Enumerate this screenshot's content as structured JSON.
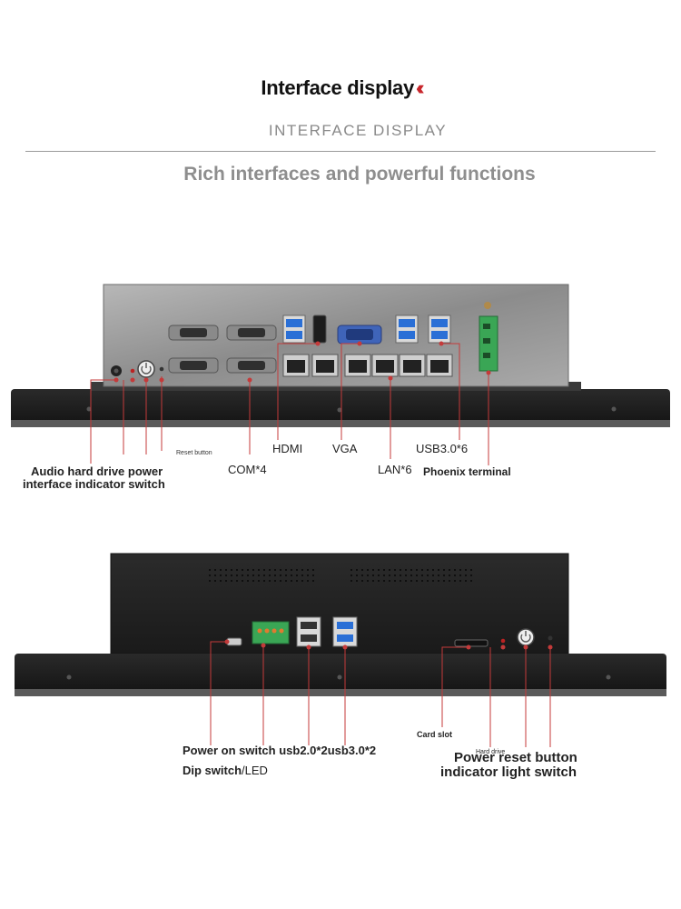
{
  "header": {
    "title": "Interface display",
    "title_chevrons": "‹‹",
    "subtitle": "INTERFACE DISPLAY",
    "tagline": "Rich interfaces and powerful functions"
  },
  "top_panel": {
    "labels": {
      "reset_button": "Reset button",
      "hdmi": "HDMI",
      "vga": "VGA",
      "usb30_6": "USB3.0*6",
      "audio_line1": "Audio hard drive power",
      "audio_line2": "interface indicator switch",
      "com4": "COM*4",
      "lan6": "LAN*6",
      "phoenix": "Phoenix terminal"
    }
  },
  "bottom_panel": {
    "labels": {
      "card_slot": "Card slot",
      "power_on_switch": "Power on switch",
      "usb20_2": "usb2.0*2",
      "usb30_2": "usb3.0*2",
      "dip_switch": "Dip switch",
      "led": "/LED",
      "hard_drive": "Hard drive",
      "power_reset_line1": "Power reset button",
      "power_reset_line2": "indicator light switch"
    }
  },
  "colors": {
    "accent_red": "#c8262c",
    "device_body": "#1e1e1e",
    "metal_plate": "#8f8f8f",
    "usb3_blue": "#2a6fd6",
    "phoenix_green": "#3aa655",
    "callout_line": "#c43a3a"
  }
}
